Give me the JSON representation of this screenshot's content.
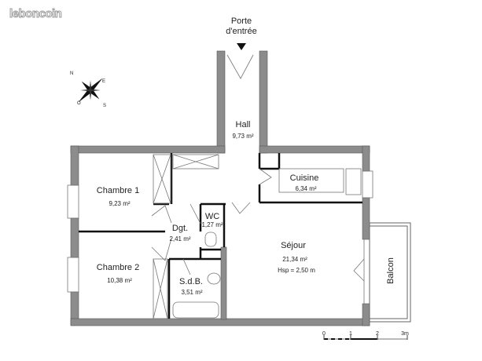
{
  "watermark": "leboncoin",
  "entrance": {
    "line1": "Porte",
    "line2": "d'entrée"
  },
  "compass": {
    "n": "N",
    "e": "E",
    "s": "S",
    "o": "O"
  },
  "rooms": {
    "hall": {
      "name": "Hall",
      "area": "9,73 m²"
    },
    "cuisine": {
      "name": "Cuisine",
      "area": "6,34 m²"
    },
    "chambre1": {
      "name": "Chambre 1",
      "area": "9,23 m²"
    },
    "chambre2": {
      "name": "Chambre 2",
      "area": "10,38 m²"
    },
    "wc": {
      "name": "WC",
      "area": "1,27 m²"
    },
    "dgt": {
      "name": "Dgt.",
      "area": "2,41 m²"
    },
    "sdb": {
      "name": "S.d.B.",
      "area": "3,51 m²"
    },
    "sejour": {
      "name": "Séjour",
      "area": "21,34 m²",
      "hsp": "Hsp = 2,50 m"
    },
    "balcon": {
      "name": "Balcon"
    }
  },
  "scale": {
    "t0": "0",
    "t1": "1",
    "t2": "2",
    "t3": "3m"
  }
}
